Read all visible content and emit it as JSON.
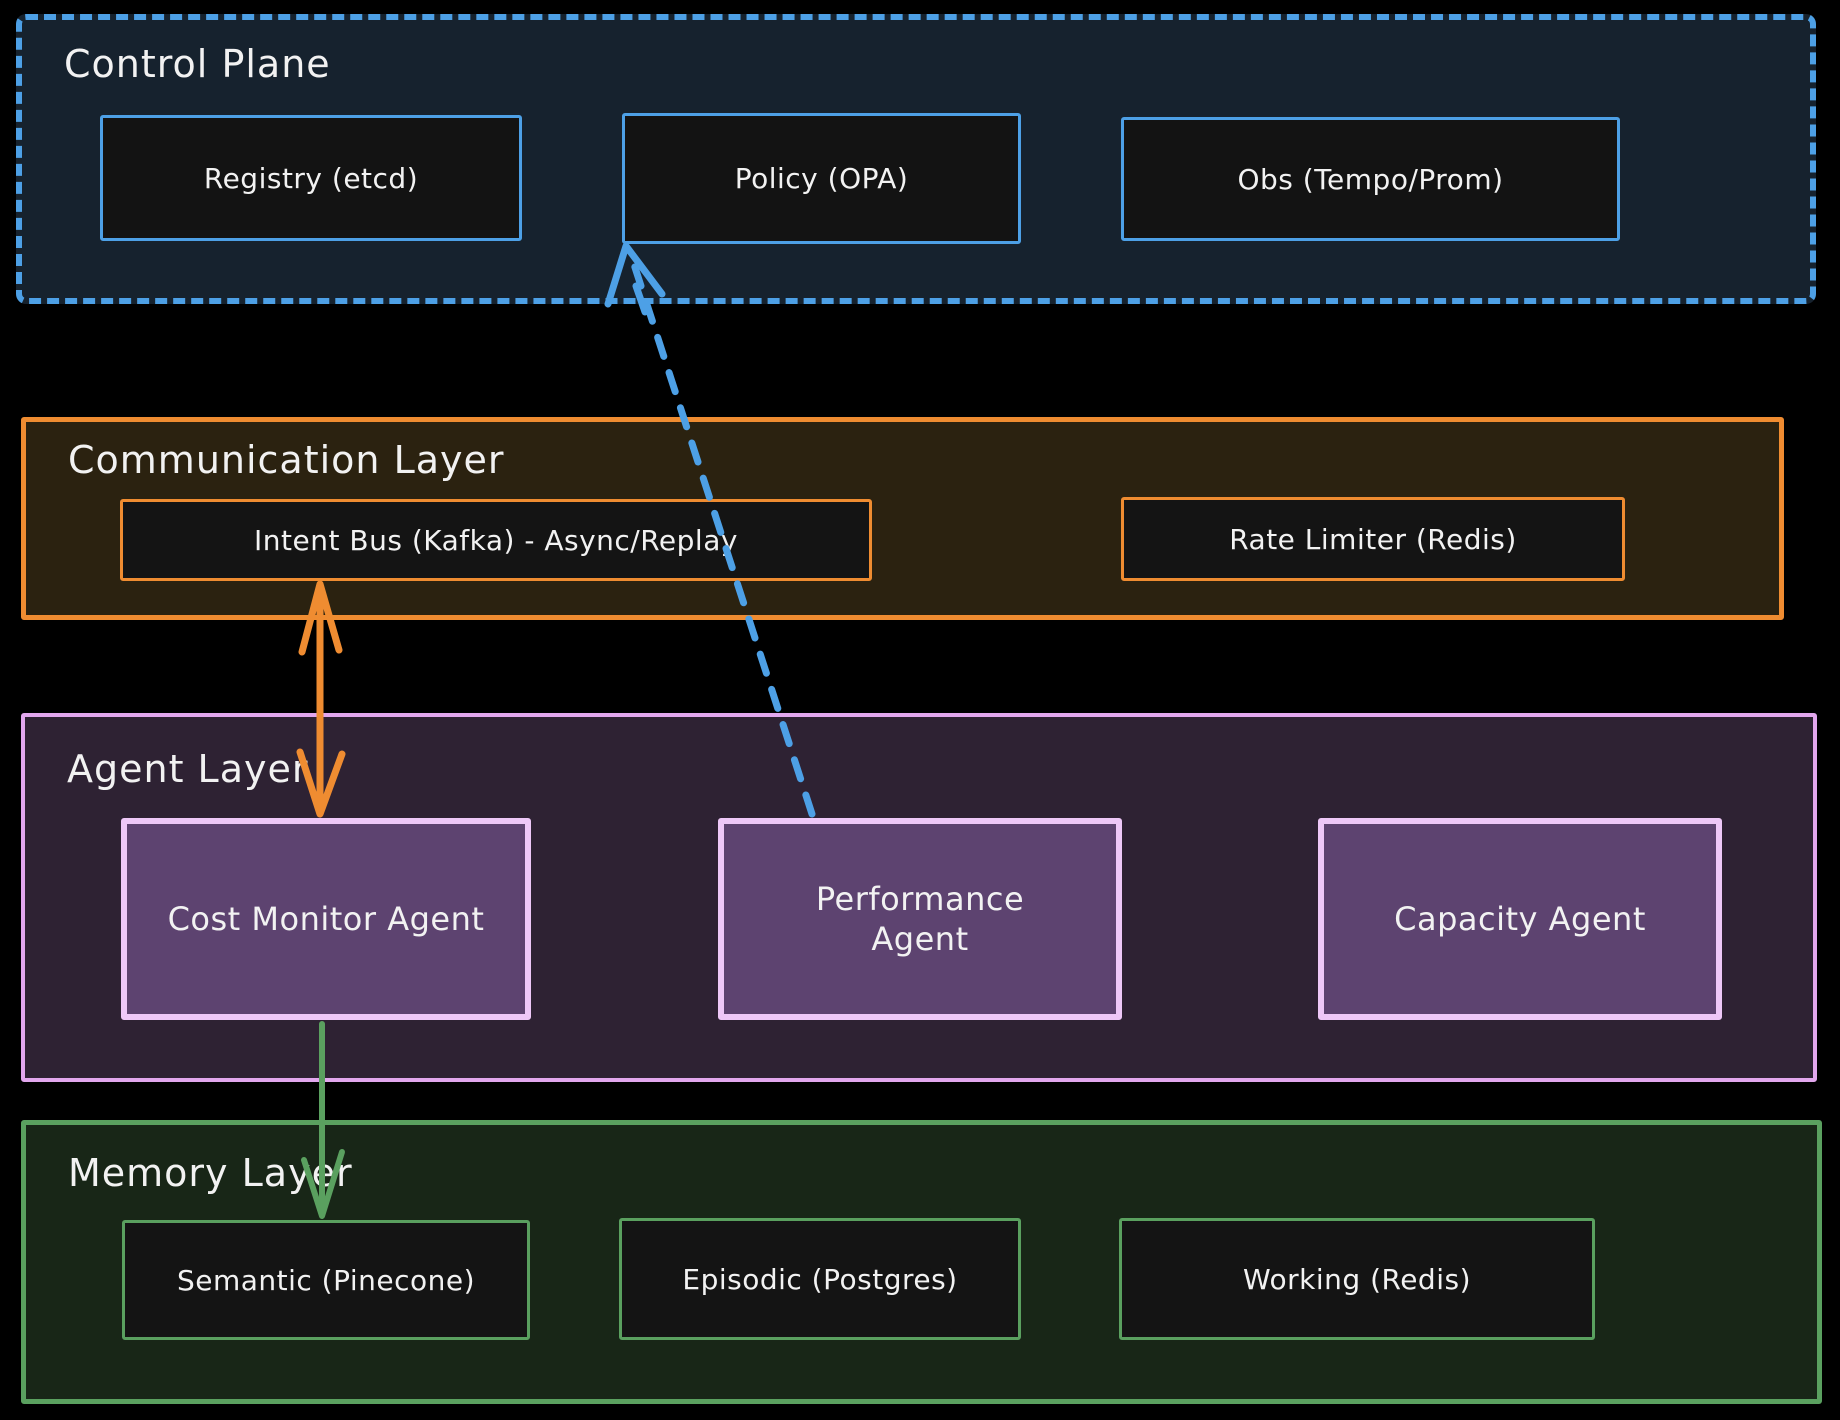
{
  "diagram": {
    "layers": {
      "control_plane": {
        "title": "Control Plane",
        "nodes": [
          {
            "label": "Registry (etcd)"
          },
          {
            "label": "Policy (OPA)"
          },
          {
            "label": "Obs (Tempo/Prom)"
          }
        ]
      },
      "communication_layer": {
        "title": "Communication Layer",
        "nodes": [
          {
            "label": "Intent Bus (Kafka) - Async/Replay"
          },
          {
            "label": "Rate Limiter (Redis)"
          }
        ]
      },
      "agent_layer": {
        "title": "Agent Layer",
        "nodes": [
          {
            "label": "Cost Monitor Agent"
          },
          {
            "label": "Performance Agent"
          },
          {
            "label": "Capacity Agent"
          }
        ]
      },
      "memory_layer": {
        "title": "Memory Layer",
        "nodes": [
          {
            "label": "Semantic (Pinecone)"
          },
          {
            "label": "Episodic (Postgres)"
          },
          {
            "label": "Working (Redis)"
          }
        ]
      }
    },
    "colors": {
      "control_plane_accent": "#4da0e6",
      "communication_accent": "#ef8c31",
      "agent_panel_border": "#e2a7ee",
      "agent_node_border": "#eec8f8",
      "agent_node_fill": "#5d4370",
      "memory_accent": "#5aa05f",
      "node_fill_dark": "#131313",
      "text": "#f2f2f2",
      "background": "#000000"
    },
    "connections": [
      {
        "from": "Intent Bus (Kafka) - Async/Replay",
        "to": "Cost Monitor Agent",
        "style": "solid",
        "direction": "bidirectional",
        "color": "#ef8c31"
      },
      {
        "from": "Performance Agent",
        "to": "Policy (OPA)",
        "style": "dashed",
        "direction": "one-way-up",
        "color": "#4da0e6"
      },
      {
        "from": "Cost Monitor Agent",
        "to": "Semantic (Pinecone)",
        "style": "solid",
        "direction": "one-way-down",
        "color": "#5aa05f"
      }
    ]
  }
}
